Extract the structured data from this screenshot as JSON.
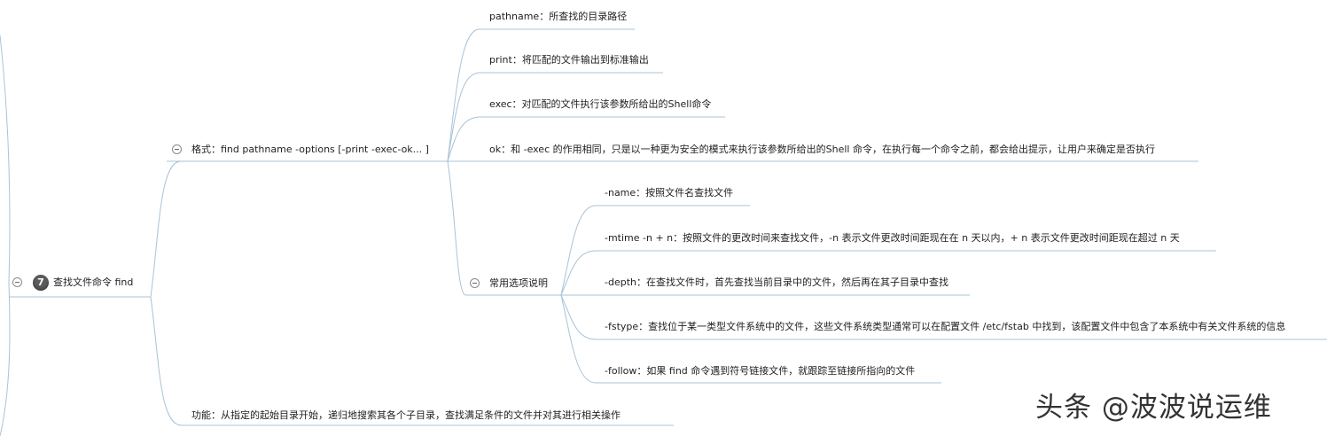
{
  "root": {
    "badge_number": "7",
    "label": "查找文件命令 find"
  },
  "format": {
    "label": "格式：find pathname -options [-print -exec-ok... ]",
    "children": [
      "pathname：所查找的目录路径",
      "print：将匹配的文件输出到标准输出",
      "exec：对匹配的文件执行该参数所给出的Shell命令",
      "ok：和 -exec 的作用相同，只是以一种更为安全的模式来执行该参数所给出的Shell 命令，在执行每一个命令之前，都会给出提示，让用户来确定是否执行"
    ]
  },
  "options": {
    "label": "常用选项说明",
    "children": [
      "-name：按照文件名查找文件",
      "-mtime -n + n：按照文件的更改时间来查找文件，-n 表示文件更改时间距现在在 n 天以内，+ n 表示文件更改时间距现在超过 n 天",
      "-depth：在查找文件时，首先查找当前目录中的文件，然后再在其子目录中查找",
      "-fstype：查找位于某一类型文件系统中的文件，这些文件系统类型通常可以在配置文件 /etc/fstab 中找到，该配置文件中包含了本系统中有关文件系统的信息",
      "-follow：如果 find 命令遇到符号链接文件，就跟踪至链接所指向的文件"
    ]
  },
  "function": {
    "label": "功能：从指定的起始目录开始，递归地搜索其各个子目录，查找满足条件的文件并对其进行相关操作"
  },
  "watermark": "头条 @波波说运维",
  "line_color": "#a9c3d6"
}
